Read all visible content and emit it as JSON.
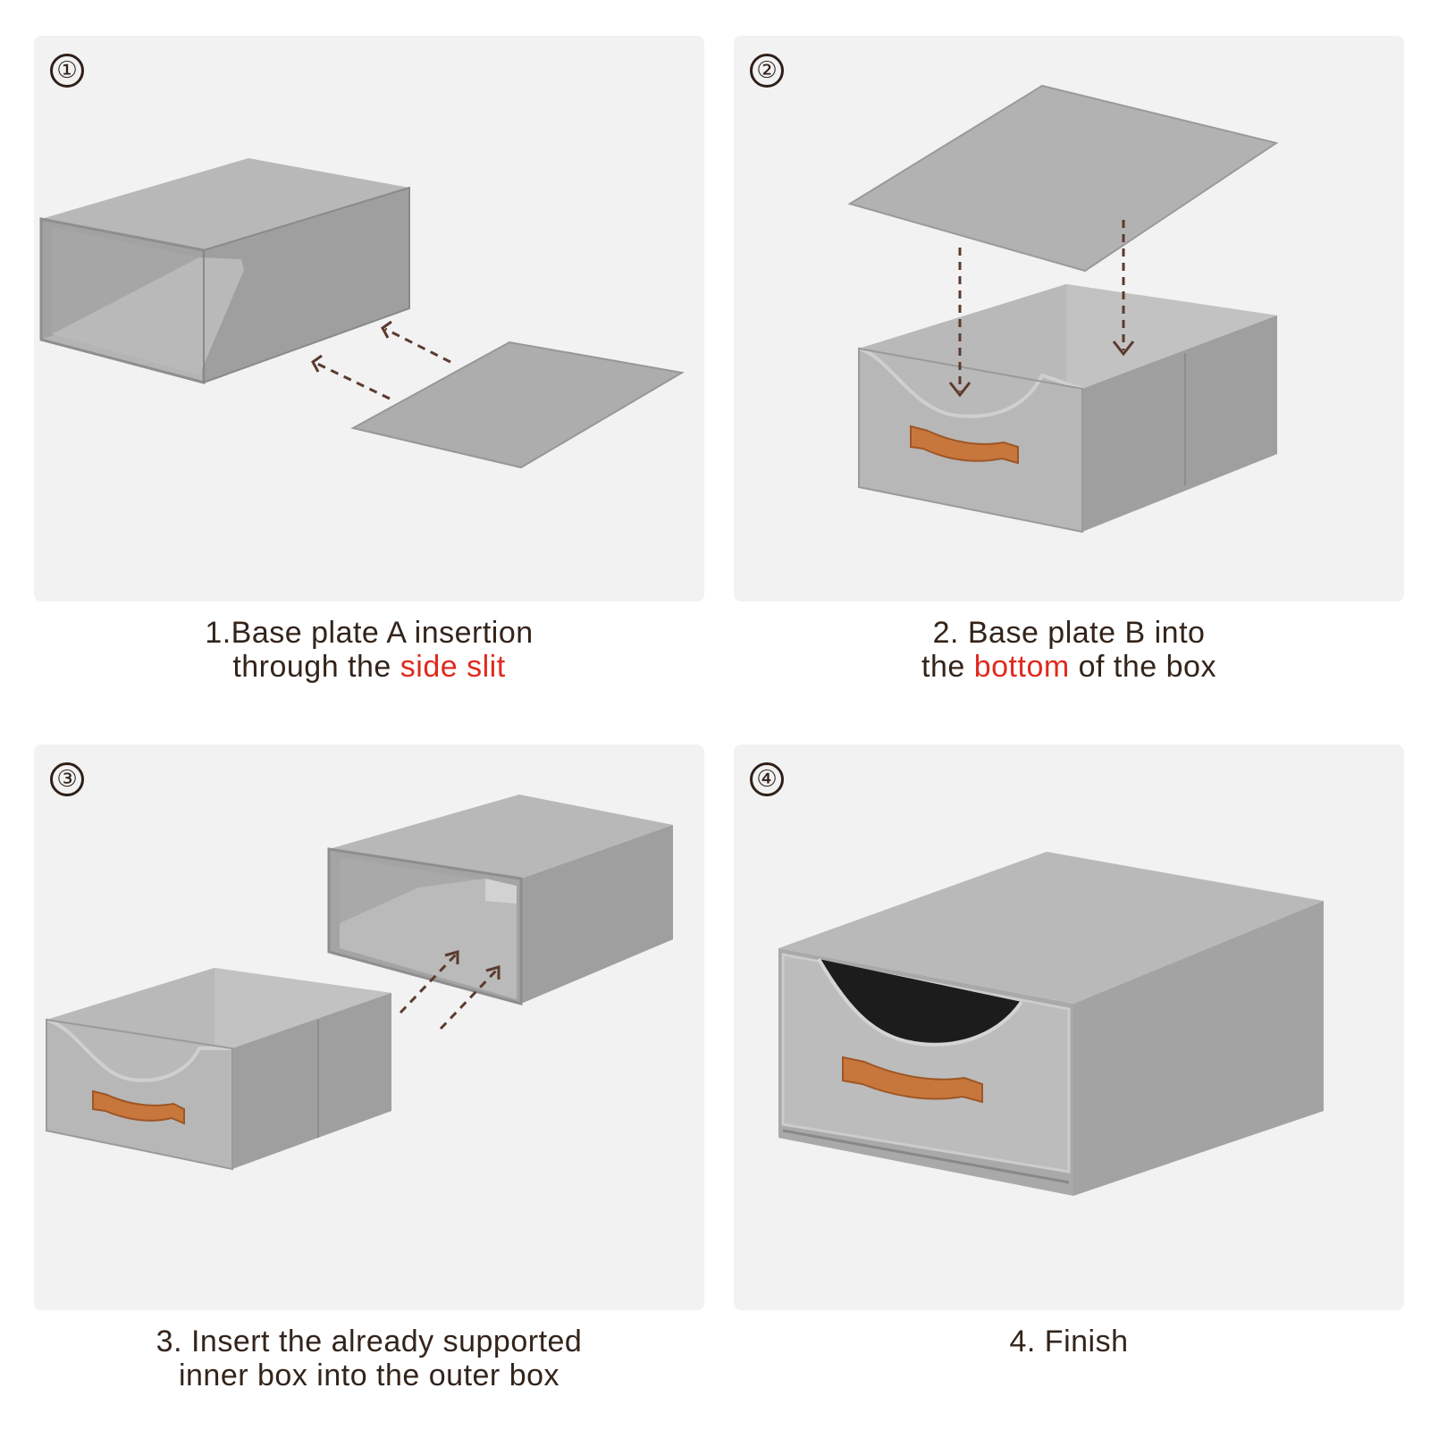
{
  "colors": {
    "accent": "#e02a1e",
    "text": "#33241b",
    "arrow": "#5b3a2e",
    "handle": "#c8773c",
    "panel_bg": "#f2f2f2"
  },
  "steps": [
    {
      "number": "①",
      "caption_line1": "1.Base plate A insertion",
      "caption_line2_pre": "through the ",
      "caption_line2_highlight": "side slit",
      "caption_line2_post": ""
    },
    {
      "number": "②",
      "caption_line1": "2. Base plate B into",
      "caption_line2_pre": "the ",
      "caption_line2_highlight": "bottom",
      "caption_line2_post": " of the box"
    },
    {
      "number": "③",
      "caption_line1": "3. Insert the already supported",
      "caption_line2_pre": "inner box into the outer box",
      "caption_line2_highlight": "",
      "caption_line2_post": ""
    },
    {
      "number": "④",
      "caption_line1": "4. Finish",
      "caption_line2_pre": "",
      "caption_line2_highlight": "",
      "caption_line2_post": ""
    }
  ],
  "icons": [
    "outer-box-icon",
    "base-plate-icon",
    "dashed-arrow-icon",
    "inner-box-icon",
    "leather-handle-icon",
    "finished-drawer-icon"
  ]
}
